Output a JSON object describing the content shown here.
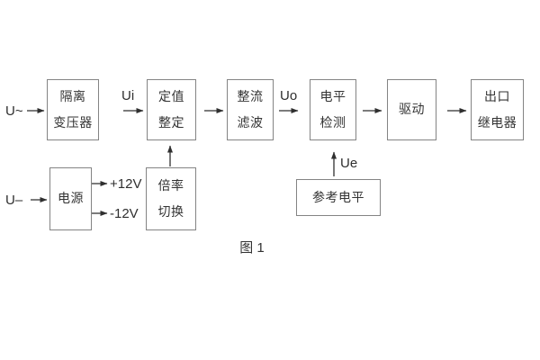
{
  "figure": {
    "caption": "图 1"
  },
  "inputs": {
    "ac_label": "U~",
    "dc_label": "U–"
  },
  "signal_labels": {
    "ui": "Ui",
    "uo": "Uo",
    "ue": "Ue"
  },
  "power_rails": {
    "positive": "+12V",
    "negative": "-12V"
  },
  "blocks": {
    "isolation_transformer": {
      "line1": "隔离",
      "line2": "变压器"
    },
    "setting_adjustment": {
      "line1": "定值",
      "line2": "整定"
    },
    "rectifier_filter": {
      "line1": "整流",
      "line2": "滤波"
    },
    "level_detection": {
      "line1": "电平",
      "line2": "检测"
    },
    "driver": {
      "line1": "驱动"
    },
    "output_relay": {
      "line1": "出口",
      "line2": "继电器"
    },
    "power_supply": {
      "line1": "电源"
    },
    "ratio_switch": {
      "line1": "倍率",
      "line2": "切换"
    },
    "reference_level": {
      "line1": "参考电平"
    }
  },
  "colors": {
    "background": "#ffffff",
    "box_border": "#848484",
    "text": "#333333",
    "line": "#2f2f2f"
  }
}
